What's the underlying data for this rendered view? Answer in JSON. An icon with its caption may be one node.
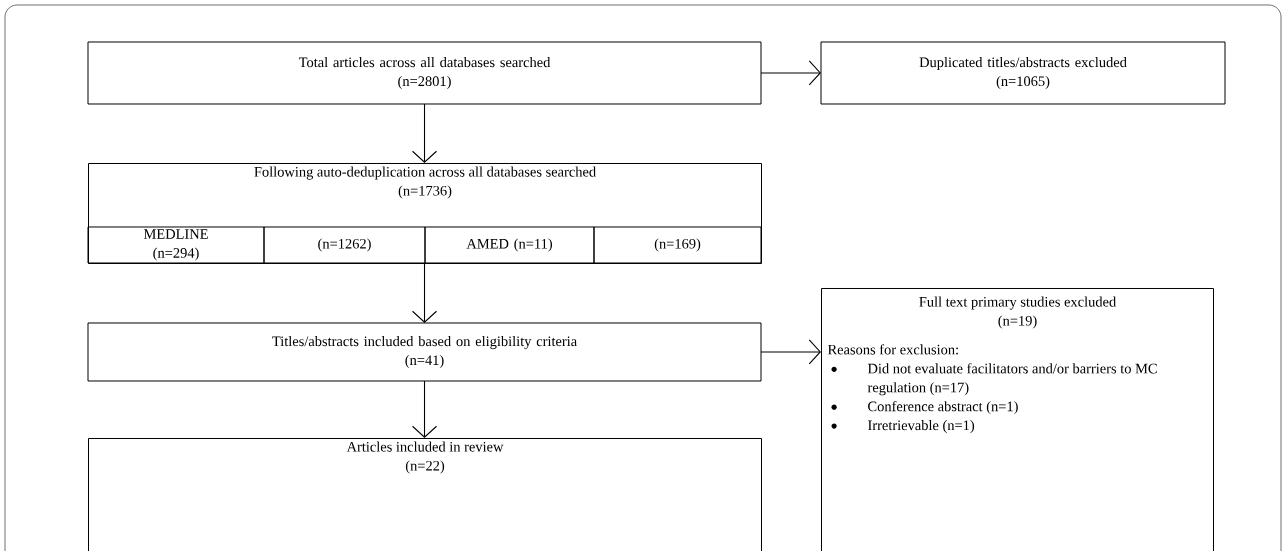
{
  "diagram": {
    "nodes": [
      {
        "text": [
          "Total articles across all databases searched",
          "(n=2801)"
        ]
      },
      {
        "text": [
          "Duplicated titles/abstracts excluded",
          "(n=1065)"
        ]
      },
      {
        "text": [
          "Following auto-deduplication across all databases searched",
          "(n=1736)"
        ]
      },
      {
        "text": [
          "MEDLINE (n=294)"
        ],
        "in": 2
      },
      {
        "text": [
          "(n=1262)"
        ],
        "in": 2
      },
      {
        "text": [
          "AMED (n=11)"
        ],
        "in": 2
      },
      {
        "text": [
          "(n=169)"
        ],
        "in": 2
      },
      {
        "text": [
          "Titles/abstracts included based on eligibility criteria",
          "(n=41)"
        ]
      },
      {
        "text": [
          "Full text primary studies excluded",
          "(n=19)",
          "Reasons for exclusion:",
          "Did not evaluate facilitators and/or barriers to MC regulation (n=17)",
          "Conference abstract (n=1)",
          "Irretrievable (n=1)"
        ]
      },
      {
        "text": [
          "Articles included in review",
          "(n=22)"
        ]
      }
    ],
    "edges": [
      {
        "from": 0,
        "to": 1,
        "arrow": "to"
      },
      {
        "from": 0,
        "to": 2,
        "arrow": "to"
      },
      {
        "from": 2,
        "to": 7,
        "arrow": "to"
      },
      {
        "from": 7,
        "to": 8,
        "arrow": "to"
      },
      {
        "from": 7,
        "to": 9,
        "arrow": "to"
      }
    ]
  }
}
